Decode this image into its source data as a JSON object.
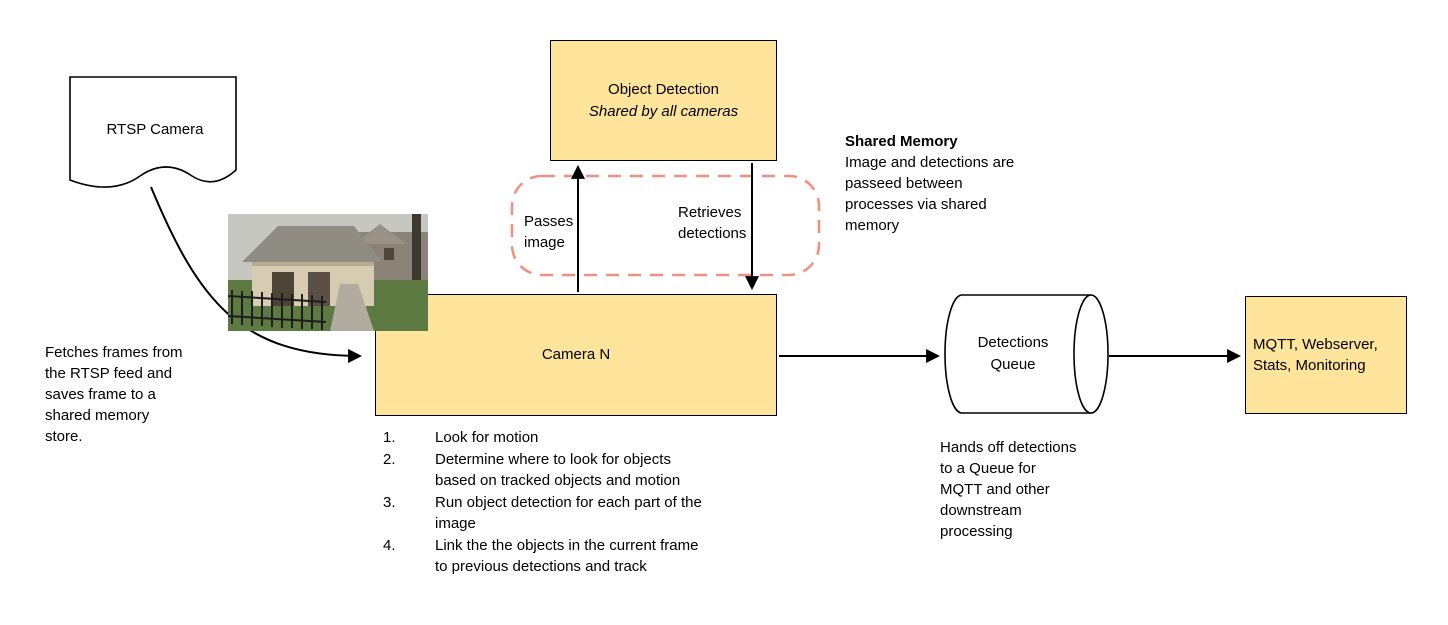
{
  "colors": {
    "box_fill": "#ffe49c",
    "box_border": "#000000",
    "shared_memory_dash": "#ef9181",
    "arrow": "#000000"
  },
  "rtsp_camera": {
    "label": "RTSP Camera",
    "note": "Fetches frames from the RTSP feed and saves frame to a shared memory store."
  },
  "object_detection": {
    "title": "Object Detection",
    "subtitle": "Shared by all cameras"
  },
  "shared_memory": {
    "passes_label": "Passes image",
    "retrieves_label": "Retrieves detections",
    "note_title": "Shared Memory",
    "note_body": "Image and detections are passeed between processes via shared memory"
  },
  "camera_n": {
    "label": "Camera N",
    "steps": [
      "Look for motion",
      "Determine where to look for objects based on tracked objects and motion",
      "Run object detection for each part of the image",
      "Link the the objects in the current frame to previous detections and track"
    ]
  },
  "detections_queue": {
    "label": "Detections Queue",
    "note": "Hands off detections to a Queue for MQTT and other downstream processing"
  },
  "outputs": {
    "label": "MQTT, Webserver, Stats, Monitoring"
  }
}
